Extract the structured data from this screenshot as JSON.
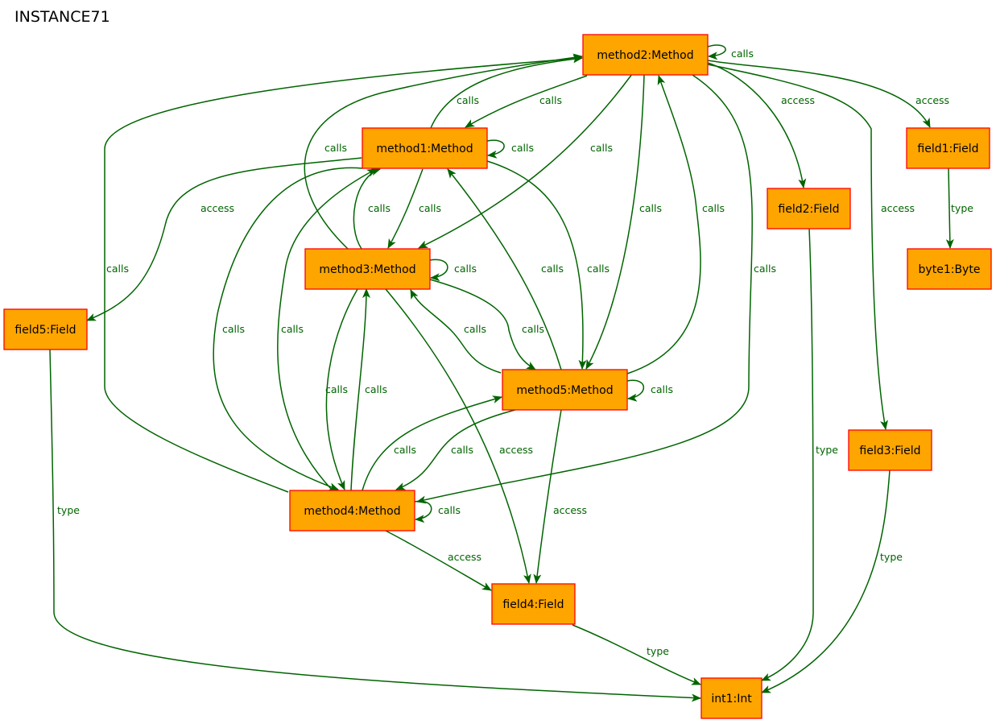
{
  "title": "INSTANCE71",
  "nodes": [
    {
      "id": "m2",
      "label": "method2:Method"
    },
    {
      "id": "m1",
      "label": "method1:Method"
    },
    {
      "id": "m3",
      "label": "method3:Method"
    },
    {
      "id": "m5",
      "label": "method5:Method"
    },
    {
      "id": "m4",
      "label": "method4:Method"
    },
    {
      "id": "f1",
      "label": "field1:Field"
    },
    {
      "id": "f2",
      "label": "field2:Field"
    },
    {
      "id": "f3",
      "label": "field3:Field"
    },
    {
      "id": "f4",
      "label": "field4:Field"
    },
    {
      "id": "f5",
      "label": "field5:Field"
    },
    {
      "id": "b1",
      "label": "byte1:Byte"
    },
    {
      "id": "i1",
      "label": "int1:Int"
    }
  ],
  "edges": [
    {
      "id": "e01",
      "from": "m2",
      "to": "m2",
      "label": "calls"
    },
    {
      "id": "e02",
      "from": "m2",
      "to": "f1",
      "label": "access"
    },
    {
      "id": "e03",
      "from": "m2",
      "to": "f2",
      "label": "access"
    },
    {
      "id": "e04",
      "from": "m2",
      "to": "f3",
      "label": "access"
    },
    {
      "id": "e05",
      "from": "m2",
      "to": "m1",
      "label": "calls"
    },
    {
      "id": "e06",
      "from": "m1",
      "to": "m2",
      "label": "calls"
    },
    {
      "id": "e07",
      "from": "m3",
      "to": "m2",
      "label": "calls"
    },
    {
      "id": "e08",
      "from": "m2",
      "to": "m3",
      "label": "calls"
    },
    {
      "id": "e09",
      "from": "m2",
      "to": "m5",
      "label": "calls"
    },
    {
      "id": "e10",
      "from": "m5",
      "to": "m2",
      "label": "calls"
    },
    {
      "id": "e11",
      "from": "m2",
      "to": "m4",
      "label": "calls"
    },
    {
      "id": "e12",
      "from": "m4",
      "to": "m2",
      "label": "calls"
    },
    {
      "id": "e13",
      "from": "m1",
      "to": "m1",
      "label": "calls"
    },
    {
      "id": "e14",
      "from": "m1",
      "to": "f5",
      "label": "access"
    },
    {
      "id": "e15",
      "from": "m1",
      "to": "m3",
      "label": "calls"
    },
    {
      "id": "e16",
      "from": "m3",
      "to": "m1",
      "label": "calls"
    },
    {
      "id": "e17",
      "from": "m1",
      "to": "m5",
      "label": "calls"
    },
    {
      "id": "e18",
      "from": "m5",
      "to": "m1",
      "label": "calls"
    },
    {
      "id": "e19",
      "from": "m1",
      "to": "m4",
      "label": "calls"
    },
    {
      "id": "e20",
      "from": "m4",
      "to": "m1",
      "label": "calls"
    },
    {
      "id": "e21",
      "from": "m3",
      "to": "m3",
      "label": "calls"
    },
    {
      "id": "e22",
      "from": "m3",
      "to": "m5",
      "label": "calls"
    },
    {
      "id": "e23",
      "from": "m5",
      "to": "m3",
      "label": "calls"
    },
    {
      "id": "e24",
      "from": "m3",
      "to": "m4",
      "label": "calls"
    },
    {
      "id": "e25",
      "from": "m4",
      "to": "m3",
      "label": "calls"
    },
    {
      "id": "e26",
      "from": "m3",
      "to": "f4",
      "label": "access"
    },
    {
      "id": "e27",
      "from": "m5",
      "to": "m5",
      "label": "calls"
    },
    {
      "id": "e28",
      "from": "m5",
      "to": "m4",
      "label": "calls"
    },
    {
      "id": "e29",
      "from": "m4",
      "to": "m5",
      "label": "calls"
    },
    {
      "id": "e30",
      "from": "m5",
      "to": "f4",
      "label": "access"
    },
    {
      "id": "e31",
      "from": "m4",
      "to": "m4",
      "label": "calls"
    },
    {
      "id": "e32",
      "from": "m4",
      "to": "f4",
      "label": "access"
    },
    {
      "id": "e33",
      "from": "f1",
      "to": "b1",
      "label": "type"
    },
    {
      "id": "e34",
      "from": "f2",
      "to": "i1",
      "label": "type"
    },
    {
      "id": "e35",
      "from": "f3",
      "to": "i1",
      "label": "type"
    },
    {
      "id": "e36",
      "from": "f4",
      "to": "i1",
      "label": "type"
    },
    {
      "id": "e37",
      "from": "f5",
      "to": "i1",
      "label": "type"
    }
  ]
}
